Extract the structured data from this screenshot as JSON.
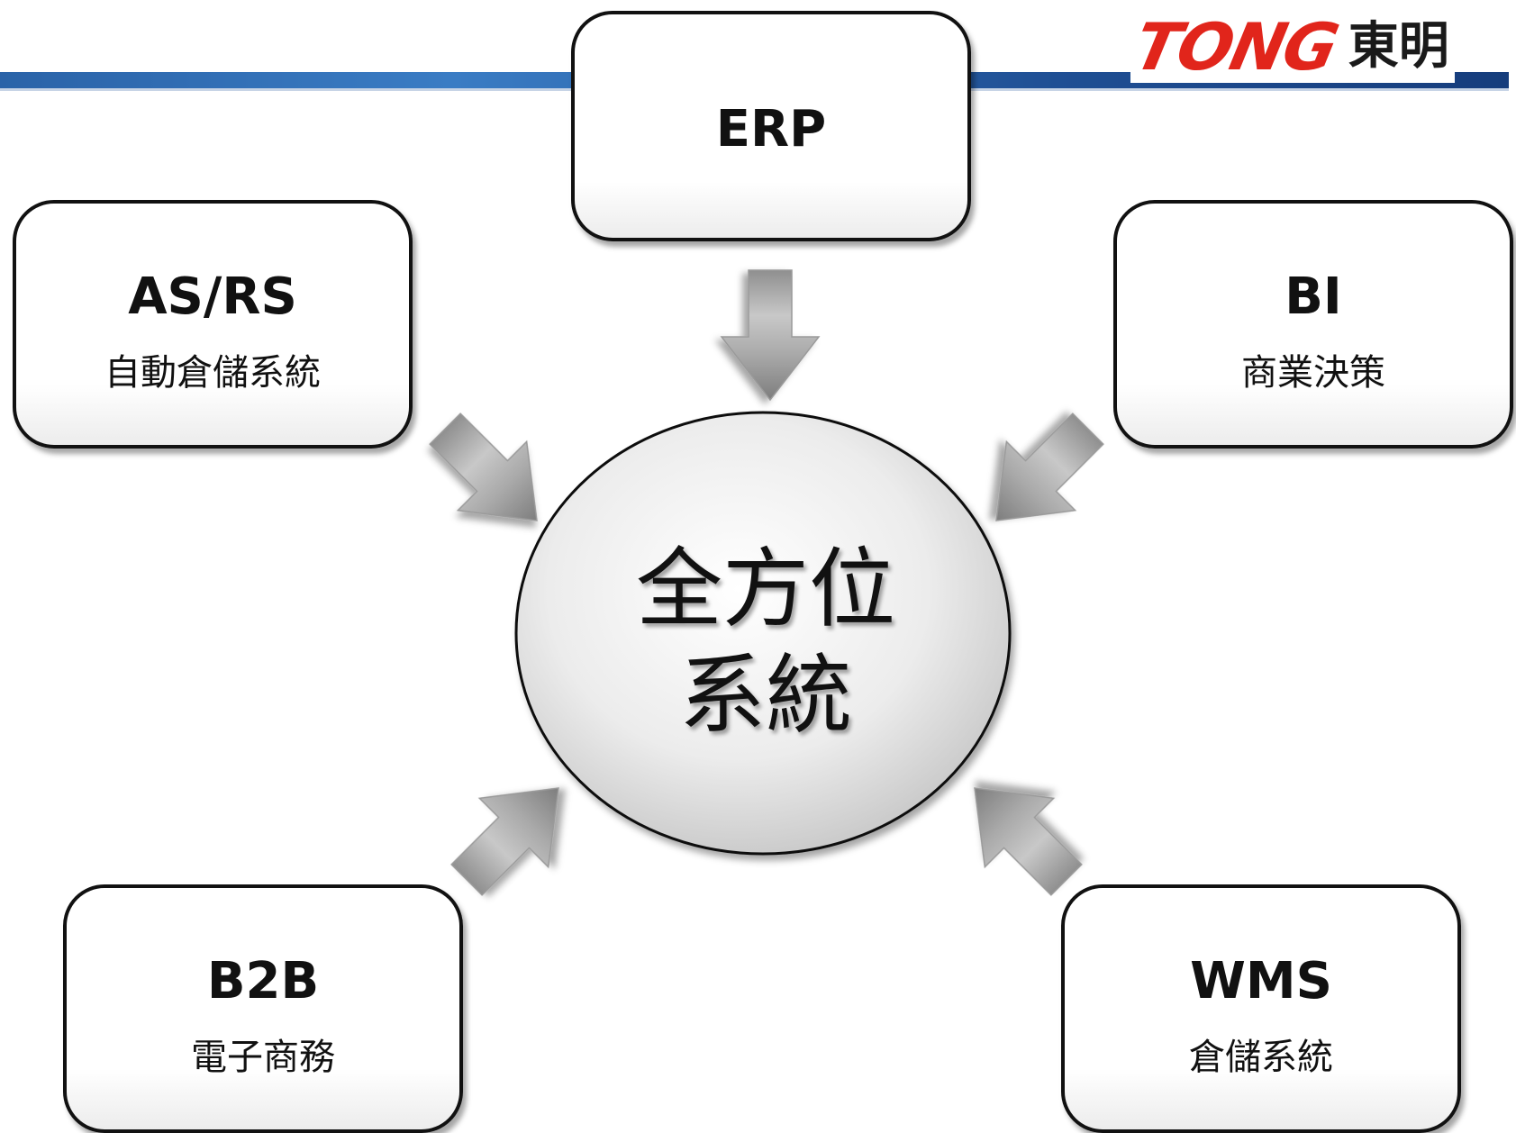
{
  "logo": {
    "brand_latin": "TONG",
    "brand_cjk": "東明",
    "brand_color": "#e1251b"
  },
  "header": {
    "bar_color": "#2a63a8"
  },
  "hub": {
    "line1": "全方位",
    "line2": "系統"
  },
  "nodes": {
    "erp": {
      "title": "ERP"
    },
    "asrs": {
      "title": "AS/RS",
      "subtitle": "自動倉儲系統"
    },
    "bi": {
      "title": "BI",
      "subtitle": "商業決策"
    },
    "b2b": {
      "title": "B2B",
      "subtitle": "電子商務"
    },
    "wms": {
      "title": "WMS",
      "subtitle": "倉儲系統"
    }
  },
  "edges": [
    {
      "from": "erp",
      "to": "hub"
    },
    {
      "from": "asrs",
      "to": "hub"
    },
    {
      "from": "bi",
      "to": "hub"
    },
    {
      "from": "b2b",
      "to": "hub"
    },
    {
      "from": "wms",
      "to": "hub"
    }
  ],
  "colors": {
    "arrow_fill": "#a6a6a6",
    "box_border": "#111111",
    "hub_fill": "#dcdcdc"
  }
}
